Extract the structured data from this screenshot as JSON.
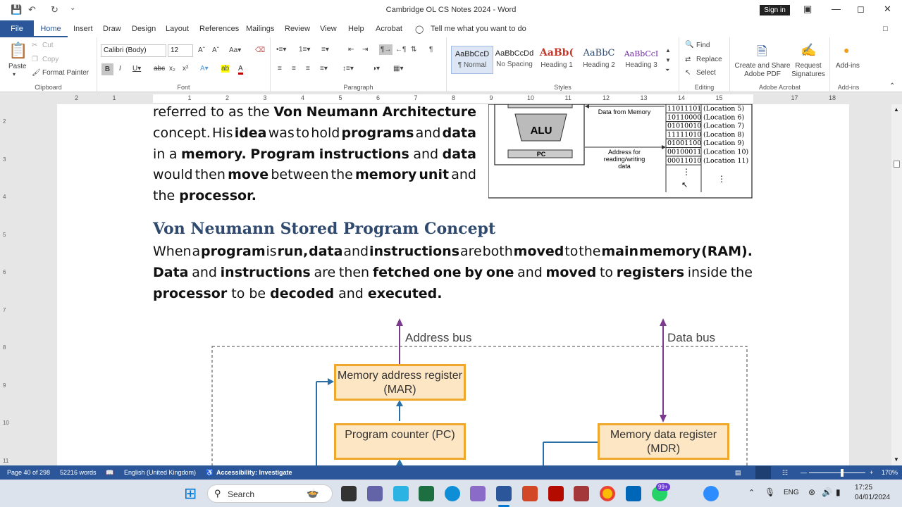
{
  "window": {
    "title": "Cambridge OL CS Notes 2024 - Word",
    "signin": "Sign in"
  },
  "tabs": [
    "File",
    "Home",
    "Insert",
    "Draw",
    "Design",
    "Layout",
    "References",
    "Mailings",
    "Review",
    "View",
    "Help",
    "Acrobat"
  ],
  "tell_me": "Tell me what you want to do",
  "clipboard": {
    "paste": "Paste",
    "cut": "Cut",
    "copy": "Copy",
    "format_painter": "Format Painter",
    "label": "Clipboard"
  },
  "font": {
    "name": "Calibri (Body)",
    "size": "12",
    "label": "Font"
  },
  "paragraph": {
    "label": "Paragraph"
  },
  "styles": {
    "label": "Styles",
    "items": [
      {
        "preview": "AaBbCcD",
        "name": "¶ Normal"
      },
      {
        "preview": "AaBbCcDd",
        "name": "No Spacing"
      },
      {
        "preview": "AaBb(",
        "name": "Heading 1"
      },
      {
        "preview": "AaBbC",
        "name": "Heading 2"
      },
      {
        "preview": "AaBbCcI",
        "name": "Heading 3"
      }
    ]
  },
  "editing": {
    "find": "Find",
    "replace": "Replace",
    "select": "Select",
    "label": "Editing"
  },
  "acrobat": {
    "share": "Create and Share Adobe PDF",
    "request": "Request Signatures",
    "label": "Adobe Acrobat"
  },
  "addins": {
    "label": "Add-ins",
    "btn": "Add-ins"
  },
  "ruler": [
    "2",
    "1",
    "",
    "1",
    "2",
    "3",
    "4",
    "5",
    "6",
    "7",
    "8",
    "9",
    "10",
    "11",
    "12",
    "13",
    "14",
    "15",
    "",
    "17",
    "18"
  ],
  "vruler": [
    "2",
    "3",
    "4",
    "5",
    "6",
    "7",
    "8",
    "9",
    "10",
    "11"
  ],
  "doc": {
    "p1": [
      {
        "parts": [
          [
            "referred to as the ",
            false
          ],
          [
            "Von Neumann Architecture",
            true
          ]
        ]
      },
      {
        "parts": [
          [
            "concept. His ",
            false
          ],
          [
            "idea",
            true
          ],
          [
            " was to hold ",
            false
          ],
          [
            "programs",
            true
          ],
          [
            " and ",
            false
          ],
          [
            "data",
            true
          ]
        ]
      },
      {
        "parts": [
          [
            "in a ",
            false
          ],
          [
            "memory",
            true
          ],
          [
            ". ",
            false
          ],
          [
            "Program instructions",
            true
          ],
          [
            " and ",
            false
          ],
          [
            "data",
            true
          ]
        ]
      },
      {
        "parts": [
          [
            "would then ",
            false
          ],
          [
            "move",
            true
          ],
          [
            " between the ",
            false
          ],
          [
            "memory unit",
            true
          ],
          [
            " and",
            false
          ]
        ]
      },
      {
        "parts": [
          [
            "the ",
            false
          ],
          [
            "processor",
            true
          ],
          [
            ".",
            false
          ]
        ]
      }
    ],
    "heading": "Von Neumann Stored Program Concept",
    "p2": [
      {
        "parts": [
          [
            "When a ",
            false
          ],
          [
            "program",
            true
          ],
          [
            " is ",
            false
          ],
          [
            "run",
            true
          ],
          [
            ", ",
            false
          ],
          [
            "data",
            true
          ],
          [
            " and ",
            false
          ],
          [
            "instructions",
            true
          ],
          [
            " are both ",
            false
          ],
          [
            "moved",
            true
          ],
          [
            " to the ",
            false
          ],
          [
            "main memory (RAM)",
            true
          ],
          [
            ".",
            false
          ]
        ]
      },
      {
        "parts": [
          [
            "Data",
            true
          ],
          [
            " and ",
            false
          ],
          [
            "instructions",
            true
          ],
          [
            " are then ",
            false
          ],
          [
            "fetched one by one",
            true
          ],
          [
            " and ",
            false
          ],
          [
            "moved",
            true
          ],
          [
            " to ",
            false
          ],
          [
            "registers",
            true
          ],
          [
            " inside the",
            false
          ]
        ]
      },
      {
        "parts": [
          [
            "processor",
            true
          ],
          [
            " to be ",
            false
          ],
          [
            "decoded",
            true
          ],
          [
            " and ",
            false
          ],
          [
            "executed",
            true
          ],
          [
            ".",
            false
          ]
        ]
      }
    ],
    "diagram1": {
      "alu": "ALU",
      "pc": "PC",
      "data_from_memory": "Data from Memory",
      "address": "Address for\nreading/writing\ndata",
      "rows": [
        "11011101 (Location 5)",
        "10110000 (Location 6)",
        "01010010 (Location 7)",
        "11111010 (Location 8)",
        "01001100 (Location 9)",
        "00100011 (Location 10)",
        "00011010 (Location 11)"
      ]
    },
    "bus": {
      "address_bus": "Address bus",
      "data_bus": "Data bus",
      "mar": "Memory address register (MAR)",
      "pc": "Program counter (PC)",
      "mdr": "Memory data register (MDR)"
    }
  },
  "status": {
    "page": "Page 40 of 298",
    "words": "52216 words",
    "lang": "English (United Kingdom)",
    "access": "Accessibility: Investigate",
    "zoom": "170%"
  },
  "taskbar": {
    "search": "Search",
    "lang": "ENG",
    "time": "17:25",
    "date": "04/01/2024",
    "badge": "99+"
  }
}
